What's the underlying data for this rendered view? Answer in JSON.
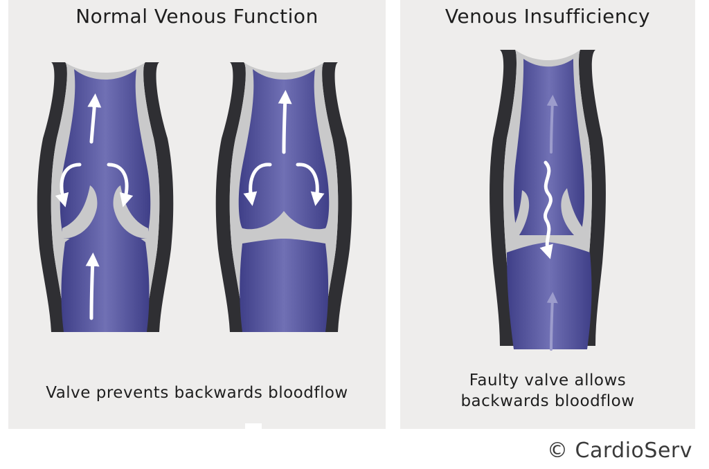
{
  "left_panel": {
    "title": "Normal Venous Function",
    "caption": "Valve prevents backwards bloodflow"
  },
  "right_panel": {
    "title": "Venous Insufficiency",
    "caption_line1": "Faulty valve allows",
    "caption_line2": "backwards bloodflow"
  },
  "copyright": "© CardioServ",
  "colors": {
    "panel_background": "#eeedec",
    "vein_wall_outer": "#2f2f33",
    "vein_wall_inner": "#c9c9ca",
    "blood": "#5a5aa0",
    "arrow_normal": "#ffffff",
    "arrow_faded": "#9c9ccc"
  }
}
